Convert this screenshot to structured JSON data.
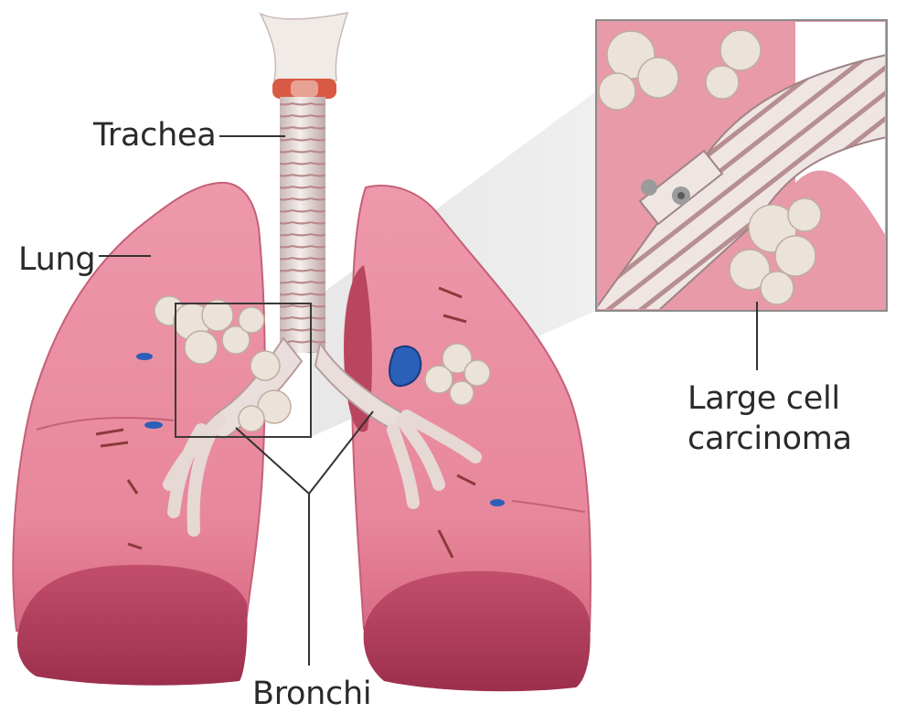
{
  "labels": {
    "trachea": "Trachea",
    "lung": "Lung",
    "bronchi": "Bronchi",
    "large_cell_line1": "Large cell",
    "large_cell_line2": "carcinoma"
  },
  "colors": {
    "lung_pink": "#e9859b",
    "lung_dark": "#b93f5e",
    "trachea_cream": "#efe6e2",
    "tumor_cream": "#ebe0d6",
    "vein_blue": "#2b5fb8",
    "line_dark": "#333333"
  }
}
